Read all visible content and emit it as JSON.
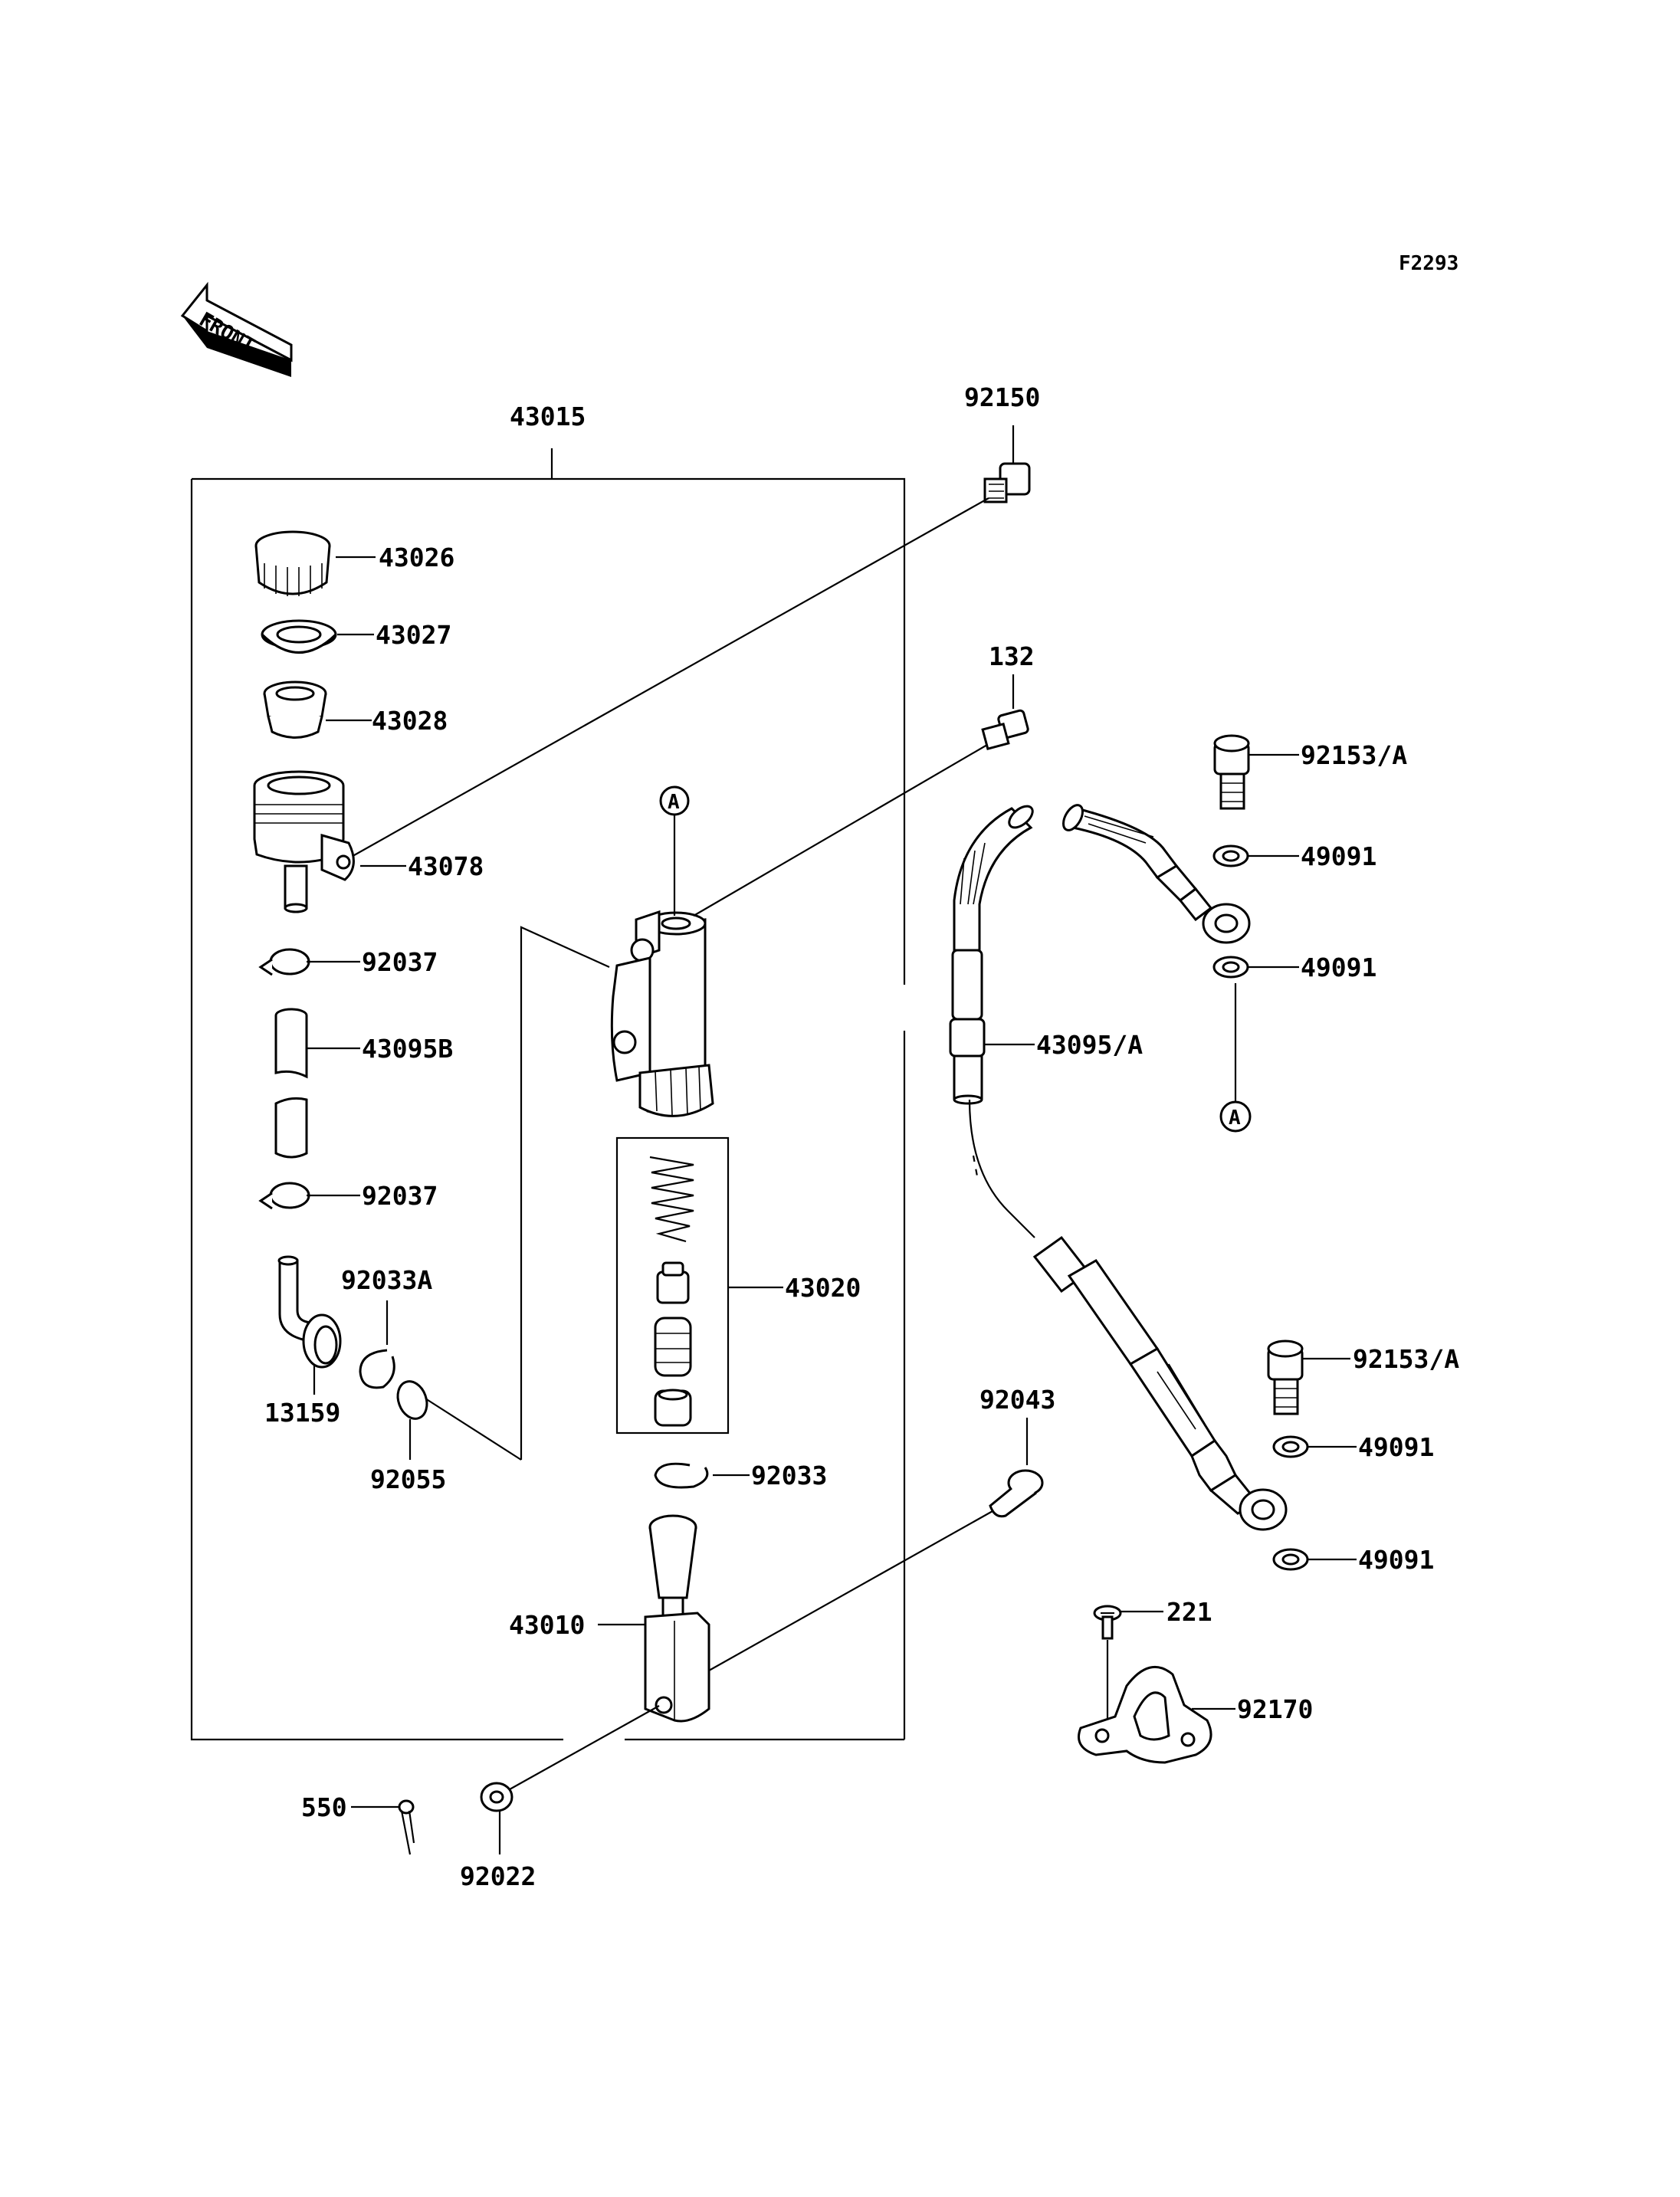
{
  "diagram": {
    "figure_code": "F2293",
    "front_label": "FRONT",
    "ref_a_top": "A",
    "ref_a_right": "A",
    "labels": {
      "p43015": "43015",
      "p92150": "92150",
      "p43026": "43026",
      "p43027": "43027",
      "p43028": "43028",
      "p43078": "43078",
      "p92037_1": "92037",
      "p43095b": "43095B",
      "p92037_2": "92037",
      "p92033a": "92033A",
      "p13159": "13159",
      "p92055": "92055",
      "p132": "132",
      "p43020": "43020",
      "p92033": "92033",
      "p43010": "43010",
      "p92043": "92043",
      "p550": "550",
      "p92022": "92022",
      "p92153a_1": "92153/A",
      "p49091_1": "49091",
      "p49091_2": "49091",
      "p43095a": "43095/A",
      "p92153a_2": "92153/A",
      "p49091_3": "49091",
      "p49091_4": "49091",
      "p221": "221",
      "p92170": "92170"
    }
  }
}
